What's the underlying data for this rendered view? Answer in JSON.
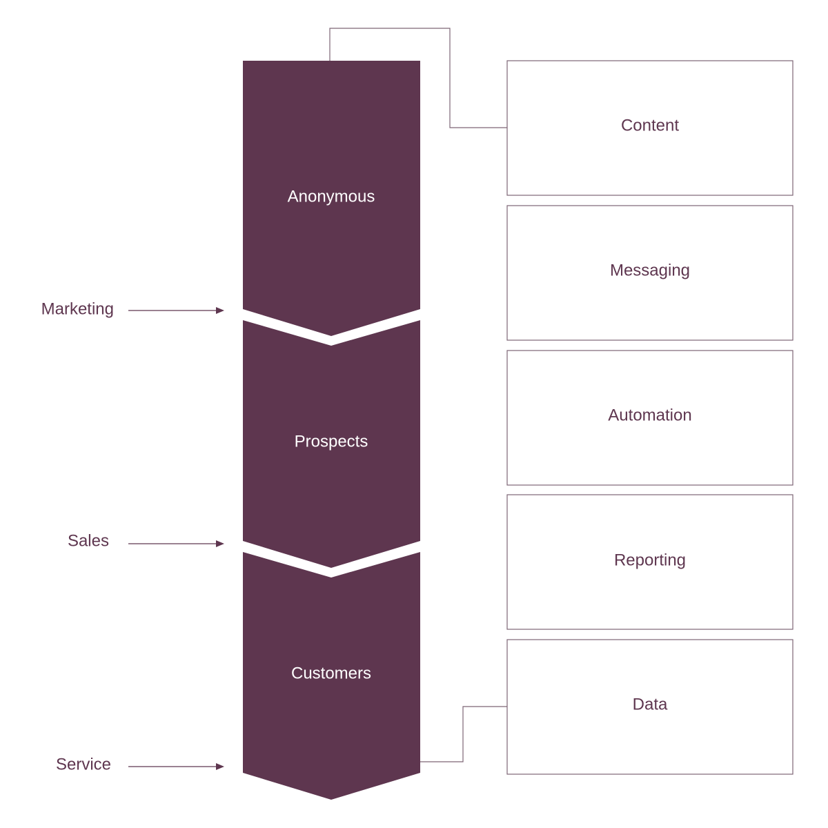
{
  "colors": {
    "stage_fill": "#5e364f",
    "stage_text": "#ffffff",
    "outline": "#7d6474",
    "label_text": "#5e364f"
  },
  "stages": [
    {
      "label": "Anonymous"
    },
    {
      "label": "Prospects"
    },
    {
      "label": "Customers"
    }
  ],
  "departments": [
    {
      "label": "Marketing",
      "icon": "arrow-right-icon"
    },
    {
      "label": "Sales",
      "icon": "arrow-right-icon"
    },
    {
      "label": "Service",
      "icon": "arrow-right-icon"
    }
  ],
  "capabilities": [
    {
      "label": "Content"
    },
    {
      "label": "Messaging"
    },
    {
      "label": "Automation"
    },
    {
      "label": "Reporting"
    },
    {
      "label": "Data"
    }
  ]
}
